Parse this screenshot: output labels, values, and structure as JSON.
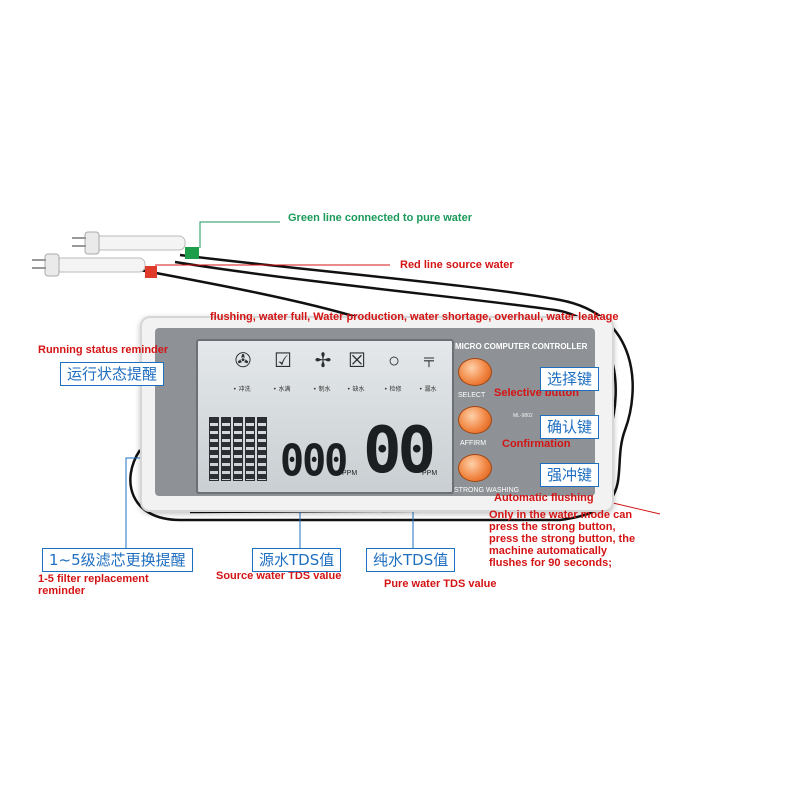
{
  "annotations": {
    "green_line": "Green line connected to pure water",
    "red_line": "Red line source water",
    "status_list": "flushing, water full, Water production, water shortage, overhaul, water leakage",
    "running_status": "Running status reminder",
    "selective_button": "Selective button",
    "confirmation": "Confirmation",
    "automatic_flushing": "Automatic flushing",
    "flush_note": [
      "Only in the water mode can",
      "press the strong button,",
      "press the strong button, the",
      "machine automatically",
      "flushes for 90 seconds;"
    ],
    "filter_reminder": [
      "1-5 filter replacement",
      "reminder"
    ],
    "source_tds": "Source water TDS value",
    "pure_tds": "Pure water TDS value"
  },
  "labels_cn": {
    "running_status": "运行状态提醒",
    "select_key": "选择键",
    "confirm_key": "确认键",
    "strong_key": "强冲键",
    "filter_reminder": "1~5级滤芯更换提醒",
    "source_tds": "源水TDS值",
    "pure_tds": "纯水TDS值"
  },
  "device": {
    "title": "MICRO COMPUTER CONTROLLER",
    "select": "SELECT",
    "affirm": "AFFIRM",
    "strong_washing": "STRONG WASHING",
    "model": "ML-9802"
  },
  "lcd": {
    "status_icons": [
      {
        "icon": "flush-icon",
        "glyph": "✇",
        "label": "• 冲洗"
      },
      {
        "icon": "water-full-icon",
        "glyph": "☑",
        "label": "• 水满"
      },
      {
        "icon": "water-production-icon",
        "glyph": "✢",
        "label": "• 制水"
      },
      {
        "icon": "water-shortage-icon",
        "glyph": "☒",
        "label": "• 缺水"
      },
      {
        "icon": "overhaul-icon",
        "glyph": "○",
        "label": "• 检修"
      },
      {
        "icon": "leak-icon",
        "glyph": "⫧",
        "label": "• 漏水"
      }
    ],
    "source_value": "000",
    "pure_value": "00",
    "unit": "PPM",
    "filter_levels": 5
  },
  "colors": {
    "annotation_red": "#d41414",
    "annotation_green": "#1a9a5a",
    "label_blue": "#1f6fc0",
    "button_orange": "#ef7f3a",
    "panel_gray": "#8e9296"
  }
}
